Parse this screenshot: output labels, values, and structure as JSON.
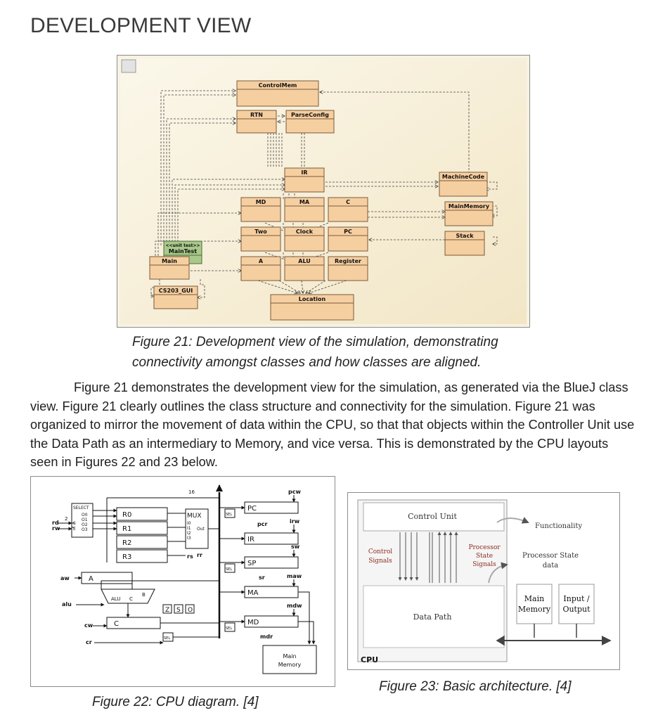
{
  "page": {
    "heading": "DEVELOPMENT VIEW",
    "body_paragraph": "Figure 21 demonstrates the development view for the simulation, as generated via the BlueJ class view. Figure 21 clearly outlines the class structure and connectivity for the simulation. Figure 21 was organized to mirror the movement of data within the CPU, so that that objects within the Controller Unit use the Data Path as an intermediary to Memory, and vice versa. This is demonstrated by the CPU  layouts seen in Figures 22 and 23 below."
  },
  "figure21": {
    "caption_line1": "Figure 21: Development view of the simulation, demonstrating",
    "caption_line2": "connectivity amongst classes and how classes are aligned.",
    "classes": {
      "controlmem": "ControlMem",
      "rtn": "RTN",
      "parseconfig": "ParseConfig",
      "ir": "IR",
      "machinecode": "MachineCode",
      "md": "MD",
      "ma": "MA",
      "c": "C",
      "mainmemory": "MainMemory",
      "two": "Two",
      "clock": "Clock",
      "pc": "PC",
      "stack": "Stack",
      "maintest_stereotype": "<<unit test>>",
      "maintest": "MainTest",
      "main": "Main",
      "a": "A",
      "alu": "ALU",
      "register": "Register",
      "cs203gui": "CS203_GUI",
      "location": "Location"
    }
  },
  "figure22": {
    "caption": "Figure 22: CPU diagram. [4]",
    "labels": {
      "select": "SELECT",
      "o0": "O0",
      "o1": "O1",
      "o2": "O2",
      "o3": "O3",
      "s": "S",
      "e": "E",
      "rd": "rd",
      "rw": "rw",
      "two": "2",
      "r0": "R0",
      "r1": "R1",
      "r2": "R2",
      "r3": "R3",
      "mux": "MUX",
      "i0": "I0",
      "i1": "I1",
      "i2": "I2",
      "i3": "I3",
      "out": "Out",
      "rs": "rs",
      "rr": "rr",
      "sixteen": "16",
      "pc": "PC",
      "ir": "IR",
      "sp": "SP",
      "ma": "MA",
      "md": "MD",
      "pcw": "pcw",
      "pcr": "pcr",
      "irw": "irw",
      "sw": "sw",
      "sr": "sr",
      "maw": "maw",
      "mdw": "mdw",
      "mdr": "mdr",
      "sel": "SEL",
      "aw": "aw",
      "a": "A",
      "alu": "alu",
      "alu_box": "ALU",
      "b": "B",
      "c_port": "C",
      "z": "Z",
      "s_flag": "S",
      "o": "O",
      "cw": "cw",
      "c": "C",
      "cr": "cr",
      "main_memory_line1": "Main",
      "main_memory_line2": "Memory"
    }
  },
  "figure23": {
    "caption": "Figure 23: Basic architecture. [4]",
    "labels": {
      "control_unit": "Control Unit",
      "functionality": "Functionality",
      "control_signals_line1": "Control",
      "control_signals_line2": "Signals",
      "processor_state_signals_line1": "Processor",
      "processor_state_signals_line2": "State",
      "processor_state_signals_line3": "Signals",
      "processor_state_data_line1": "Processor State",
      "processor_state_data_line2": "data",
      "data_path": "Data Path",
      "main_memory_line1": "Main",
      "main_memory_line2": "Memory",
      "input_output_line1": "Input /",
      "input_output_line2": "Output",
      "cpu": "CPU"
    },
    "colors": {
      "accent_text": "#8b2a1e"
    }
  }
}
